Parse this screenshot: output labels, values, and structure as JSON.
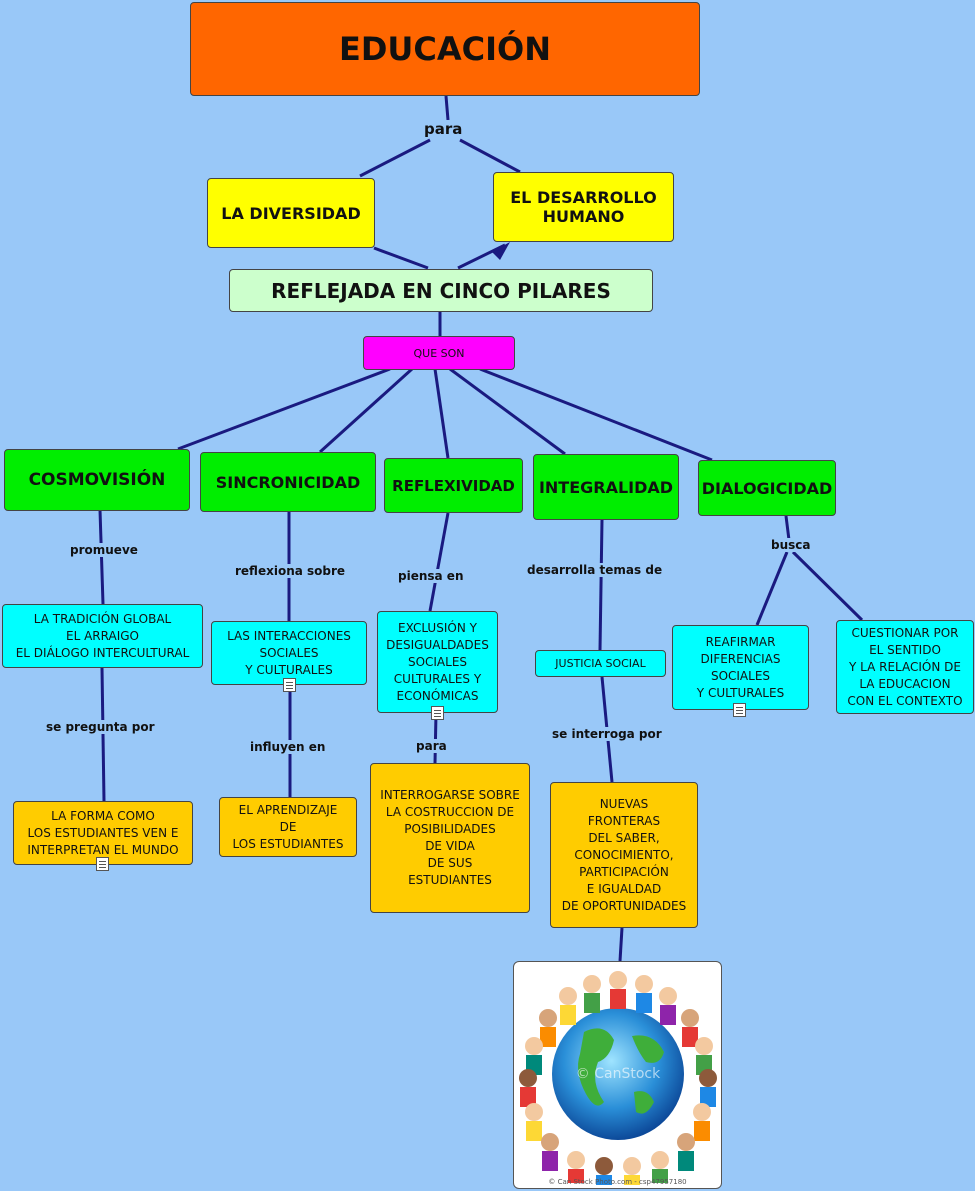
{
  "title": "EDUCACIÓN",
  "link_para": "para",
  "goal_diversity": "LA DIVERSIDAD",
  "goal_development": "EL DESARROLLO\nHUMANO",
  "reflected": "REFLEJADA EN CINCO PILARES",
  "que_son": "QUE SON",
  "pillars": {
    "cosmovision": "COSMOVISIÓN",
    "sincronicidad": "SINCRONICIDAD",
    "reflexividad": "REFLEXIVIDAD",
    "integralidad": "INTEGRALIDAD",
    "dialogicidad": "DIALOGICIDAD"
  },
  "links": {
    "promueve": "promueve",
    "reflexiona_sobre": "reflexiona sobre",
    "piensa_en": "piensa en",
    "desarrolla_temas_de": "desarrolla temas de",
    "busca": "busca",
    "se_pregunta_por": "se pregunta por",
    "influyen_en": "influyen en",
    "para": "para",
    "se_interroga_por": "se interroga por"
  },
  "concepts": {
    "tradicion": "LA TRADICIÓN GLOBAL\nEL ARRAIGO\nEL DIÁLOGO INTERCULTURAL",
    "interacciones": "LAS INTERACCIONES\nSOCIALES\nY CULTURALES",
    "exclusion": "EXCLUSIÓN Y\nDESIGUALDADES\nSOCIALES\nCULTURALES Y\nECONÓMICAS",
    "justicia": "JUSTICIA SOCIAL",
    "reafirmar": "REAFIRMAR\nDIFERENCIAS\nSOCIALES\nY CULTURALES",
    "cuestionar": "CUESTIONAR POR\nEL SENTIDO\nY LA RELACIÓN DE\nLA EDUCACION\nCON EL CONTEXTO",
    "forma": "LA FORMA COMO\nLOS ESTUDIANTES VEN E\nINTERPRETAN EL MUNDO",
    "aprendizaje": "EL APRENDIZAJE\nDE\nLOS ESTUDIANTES",
    "interrogarse": "INTERROGARSE SOBRE\nLA COSTRUCCION DE\nPOSIBILIDADES\nDE VIDA\nDE SUS\nESTUDIANTES",
    "fronteras": "NUEVAS\nFRONTERAS\nDEL SABER,\nCONOCIMIENTO,\nPARTICIPACIÓN\nE IGUALDAD\nDE OPORTUNIDADES"
  },
  "image": {
    "watermark": "© CanStock",
    "caption": "© Can Stock Photo.com - csp47957180"
  },
  "colors": {
    "background": "#99c8f8",
    "line": "#1a1a80"
  }
}
